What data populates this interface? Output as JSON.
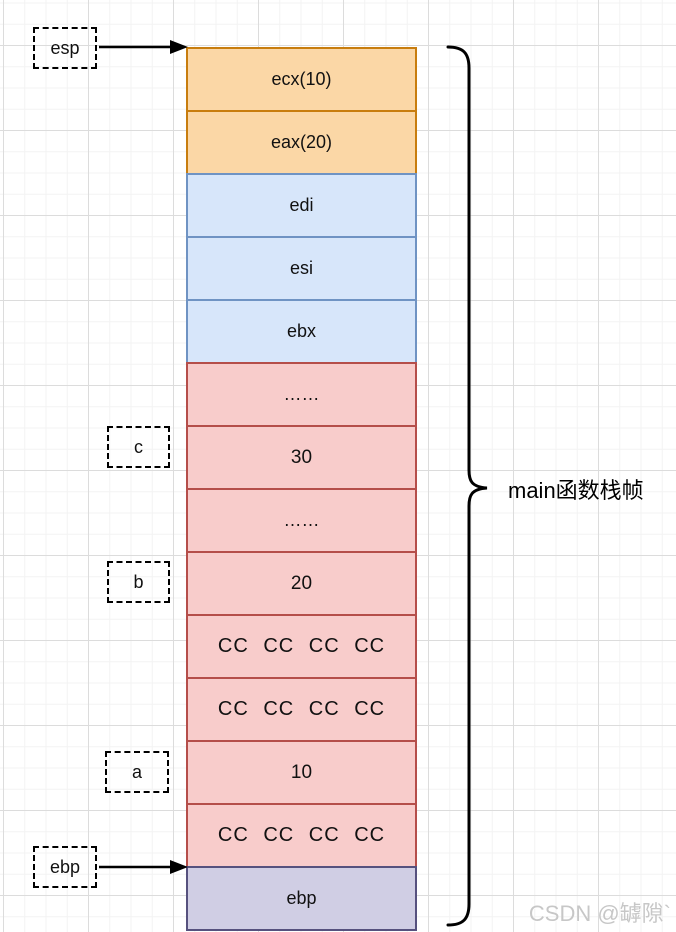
{
  "colors": {
    "orange": {
      "fill": "#fbd7a6",
      "stroke": "#c87d0e"
    },
    "blue": {
      "fill": "#d7e6fa",
      "stroke": "#6f93c3"
    },
    "red": {
      "fill": "#f8cccb",
      "stroke": "#b54e4a"
    },
    "purple": {
      "fill": "#d0cee4",
      "stroke": "#56517e"
    },
    "arrow": "#000000",
    "brace": "#000000",
    "watermark": "#c7c7c7"
  },
  "stack": {
    "rows": [
      {
        "label": "ecx(10)",
        "color": "orange",
        "kind": "text"
      },
      {
        "label": "eax(20)",
        "color": "orange",
        "kind": "text"
      },
      {
        "label": "edi",
        "color": "blue",
        "kind": "text"
      },
      {
        "label": "esi",
        "color": "blue",
        "kind": "text"
      },
      {
        "label": "ebx",
        "color": "blue",
        "kind": "text"
      },
      {
        "label": "……",
        "color": "red",
        "kind": "text"
      },
      {
        "label": "30",
        "color": "red",
        "kind": "num"
      },
      {
        "label": "……",
        "color": "red",
        "kind": "text"
      },
      {
        "label": "20",
        "color": "red",
        "kind": "num"
      },
      {
        "label": "CC CC CC CC",
        "color": "red",
        "kind": "cc"
      },
      {
        "label": "CC CC CC CC",
        "color": "red",
        "kind": "cc"
      },
      {
        "label": "10",
        "color": "red",
        "kind": "num"
      },
      {
        "label": "CC CC CC CC",
        "color": "red",
        "kind": "cc"
      },
      {
        "label": "ebp",
        "color": "purple",
        "kind": "text"
      }
    ]
  },
  "pointers": {
    "esp": {
      "label": "esp"
    },
    "ebp": {
      "label": "ebp"
    }
  },
  "variables": {
    "c": {
      "label": "c"
    },
    "b": {
      "label": "b"
    },
    "a": {
      "label": "a"
    }
  },
  "brace": {
    "label": "main函数栈帧"
  },
  "watermark": {
    "text": "CSDN @罅隙`"
  }
}
